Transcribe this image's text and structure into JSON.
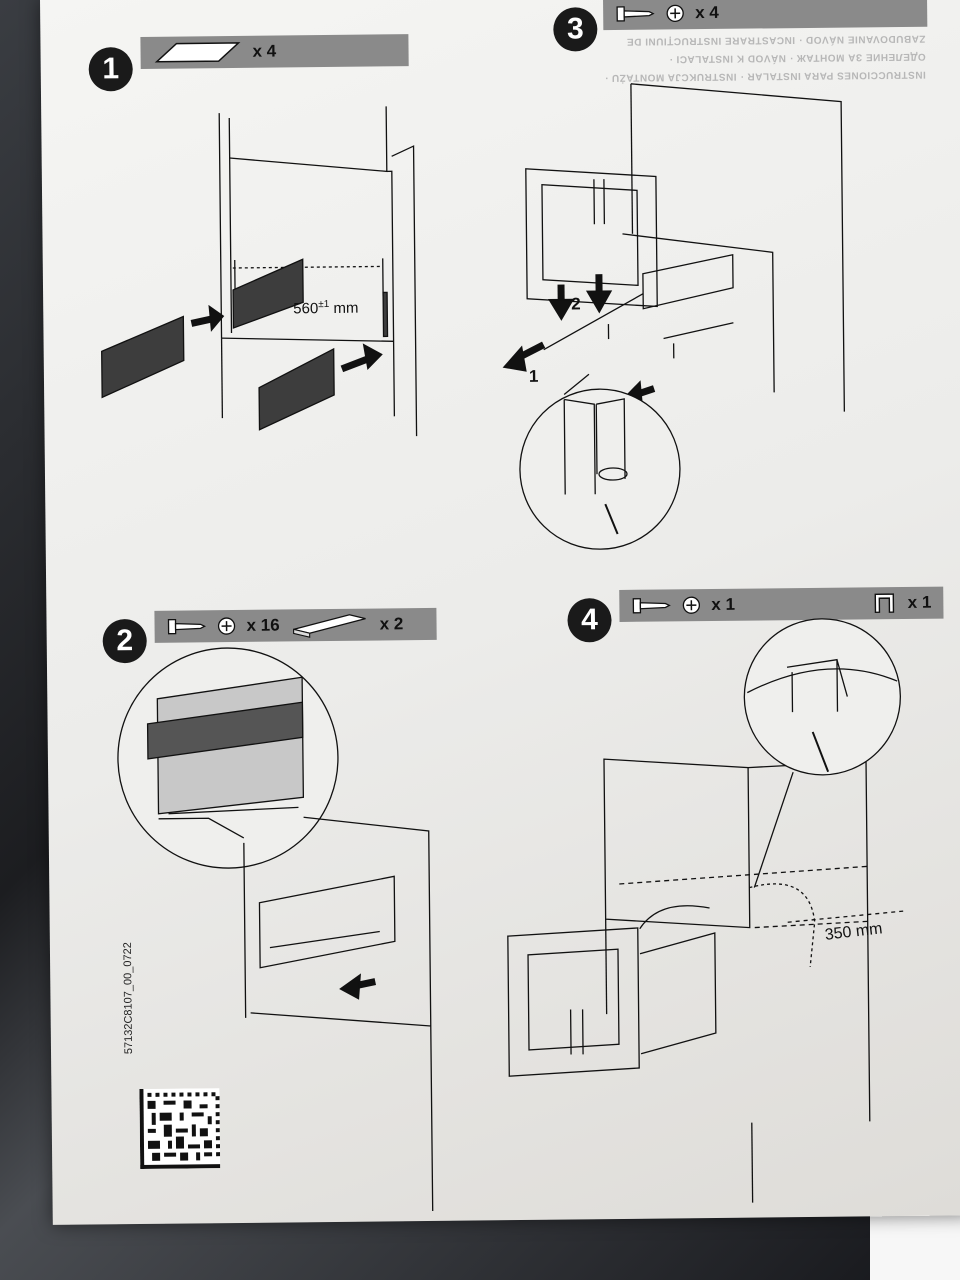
{
  "doc_code": "57132C8107_00_0722",
  "ghost_text": "INSTRUCCIONES PARA INSTALAR · INSTRUKCJA MONTAŻU · ОДЕЛЕНИЕ ЗА МОНТАЖ · NÁVOD K INSTALACI · ZABUDOVANIE NÁVOD · INCASTRARE INSTRUCȚIUNI DE MONTAJ",
  "steps": [
    {
      "number": "1",
      "parts": [
        {
          "icon": "bracket-strip-icon",
          "count": "x 4"
        }
      ],
      "labels": {
        "dimension": "560",
        "tolerance": "±1",
        "unit": "mm"
      }
    },
    {
      "number": "2",
      "parts": [
        {
          "icon": "screw-icon",
          "count": "x 16"
        },
        {
          "icon": "rail-icon",
          "count": "x 2"
        }
      ]
    },
    {
      "number": "3",
      "parts": [
        {
          "icon": "screw-icon",
          "count": "x 4"
        }
      ],
      "labels": {
        "arrow_1": "1",
        "arrow_2": "2"
      }
    },
    {
      "number": "4",
      "parts": [
        {
          "icon": "screw-icon",
          "count": "x 1"
        },
        {
          "icon": "clip-icon",
          "count": "x 1"
        }
      ],
      "labels": {
        "distance": "350 mm"
      }
    }
  ]
}
